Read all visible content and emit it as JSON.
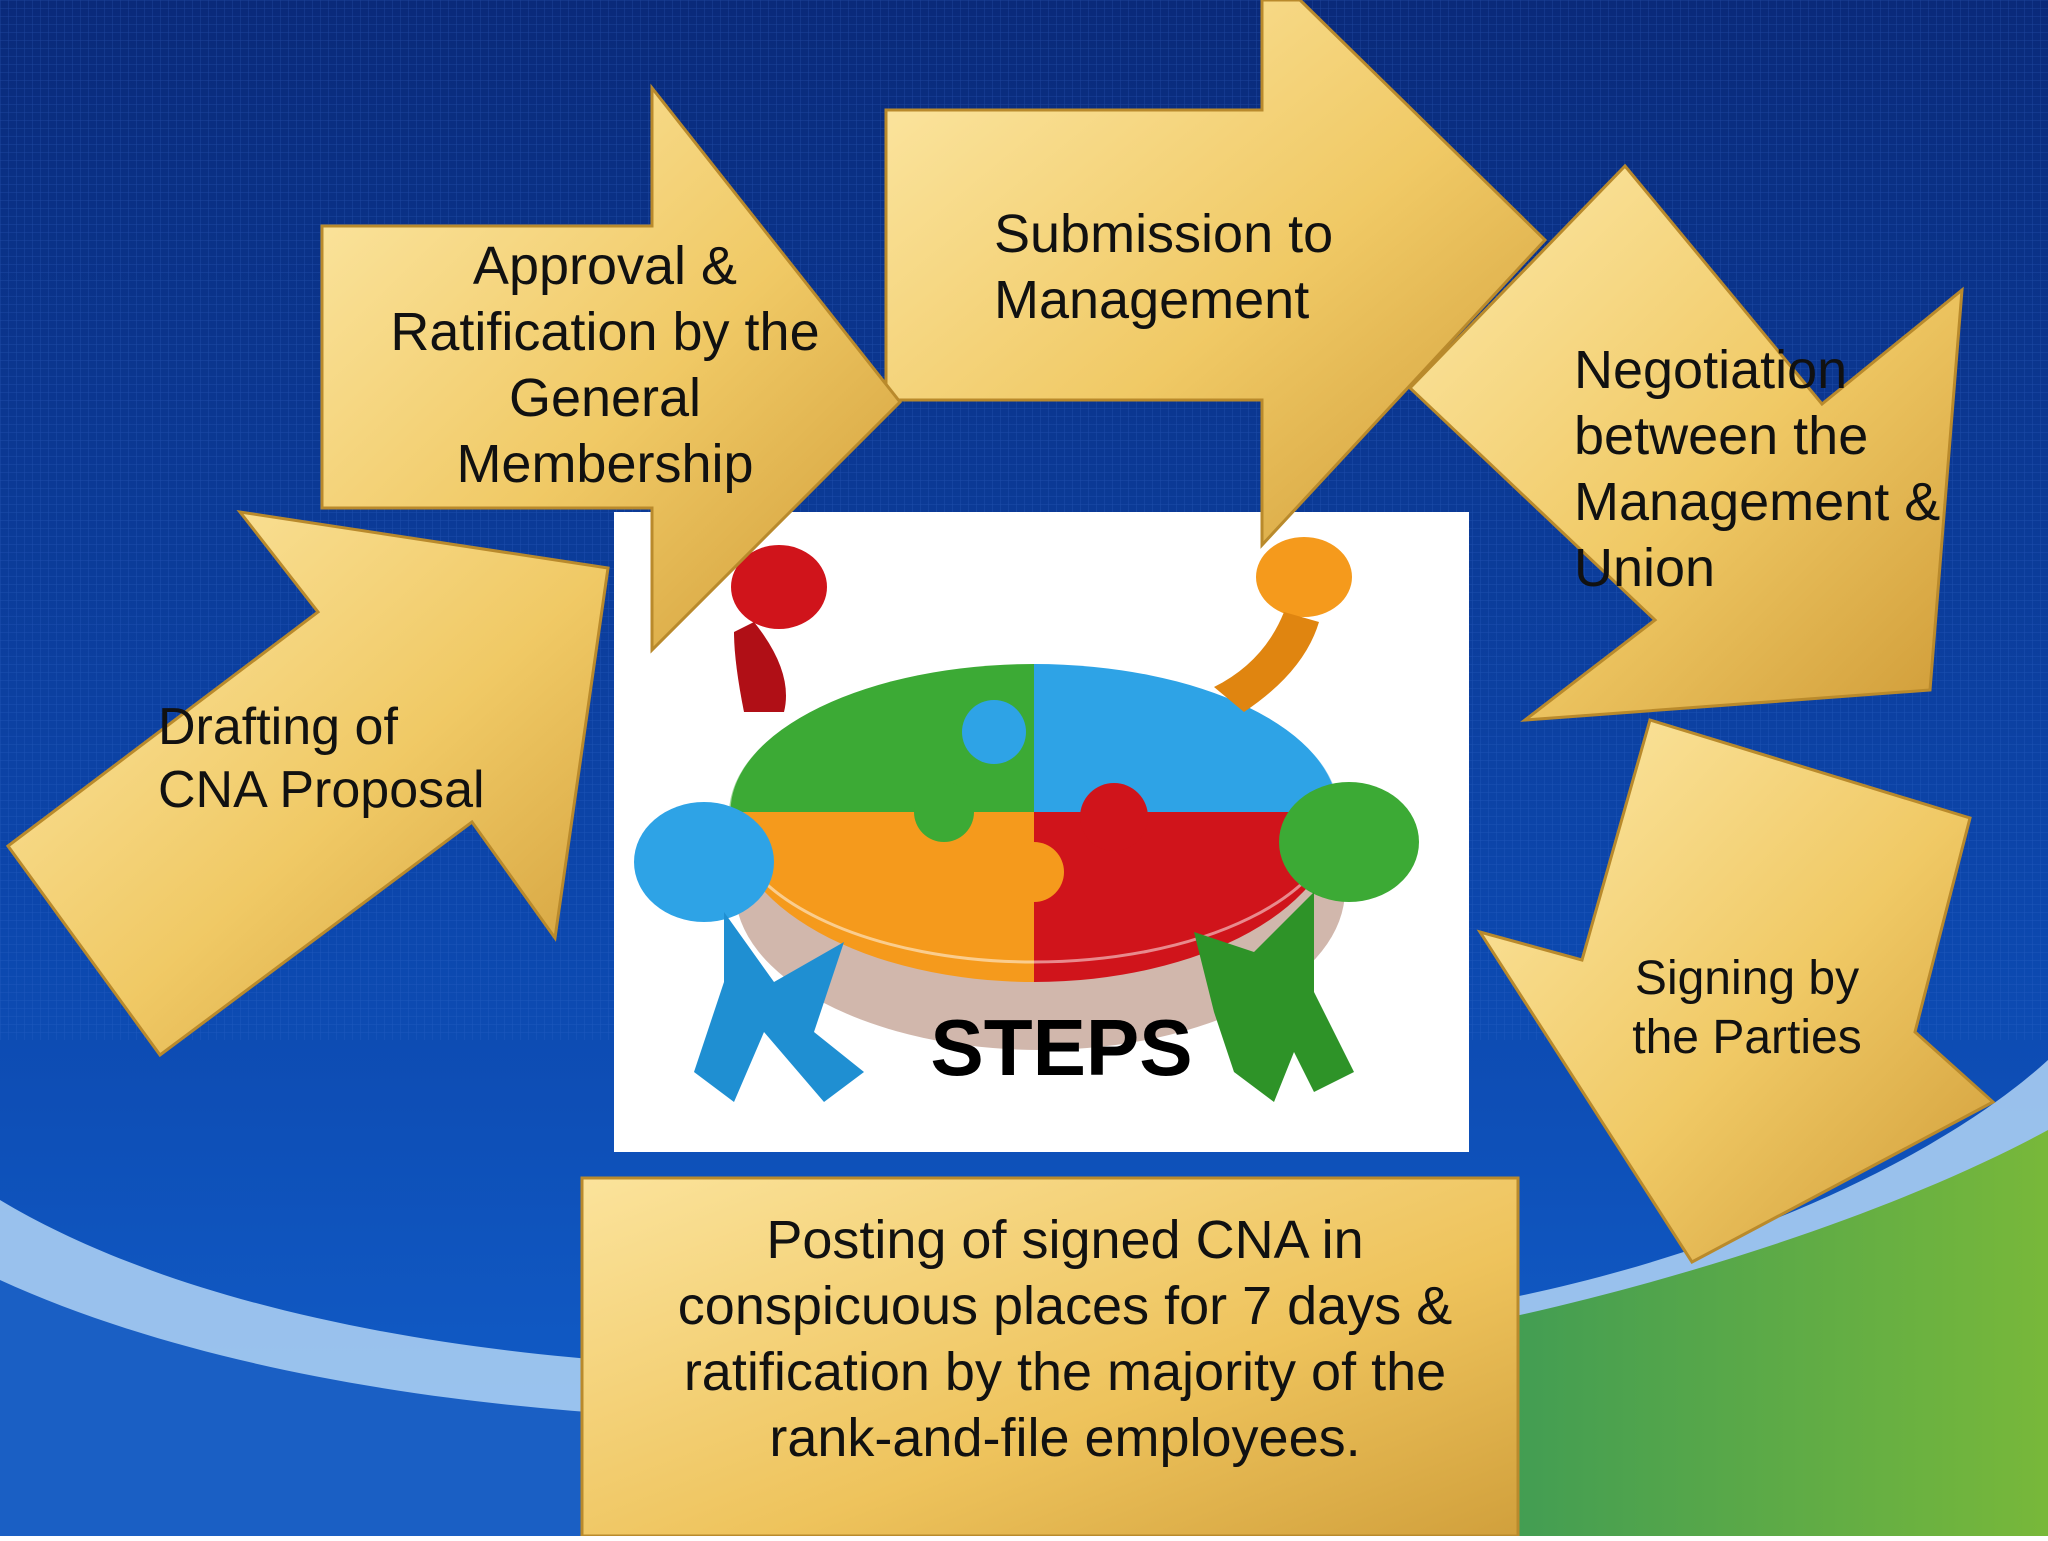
{
  "colors": {
    "bg_dark": "#0a2f86",
    "bg_mid": "#0d4fb8",
    "wave_light": "#9ec8f0",
    "wave_green": "#6cb043",
    "arrow_light": "#fbe6a2",
    "arrow_dark": "#d4a33e",
    "arrow_stroke": "#b98a2c",
    "puzzle_green": "#3caa35",
    "puzzle_blue": "#2ea3e6",
    "puzzle_orange": "#f59a1c",
    "puzzle_red": "#d0141b"
  },
  "center": {
    "title": "STEPS"
  },
  "steps": [
    {
      "id": "drafting",
      "lines": [
        "Drafting of",
        "CNA Proposal"
      ]
    },
    {
      "id": "approval",
      "lines": [
        "Approval &",
        "Ratification by the",
        "General",
        "Membership"
      ]
    },
    {
      "id": "submission",
      "lines": [
        "Submission to",
        "Management"
      ]
    },
    {
      "id": "negotiation",
      "lines": [
        "Negotiation",
        "between the",
        "Management &",
        "Union"
      ]
    },
    {
      "id": "signing",
      "lines": [
        "Signing by",
        "the Parties"
      ]
    },
    {
      "id": "posting",
      "lines": [
        "Posting of signed CNA in",
        "conspicuous places for 7 days &",
        "ratification by the majority of the",
        "rank-and-file employees."
      ]
    }
  ]
}
